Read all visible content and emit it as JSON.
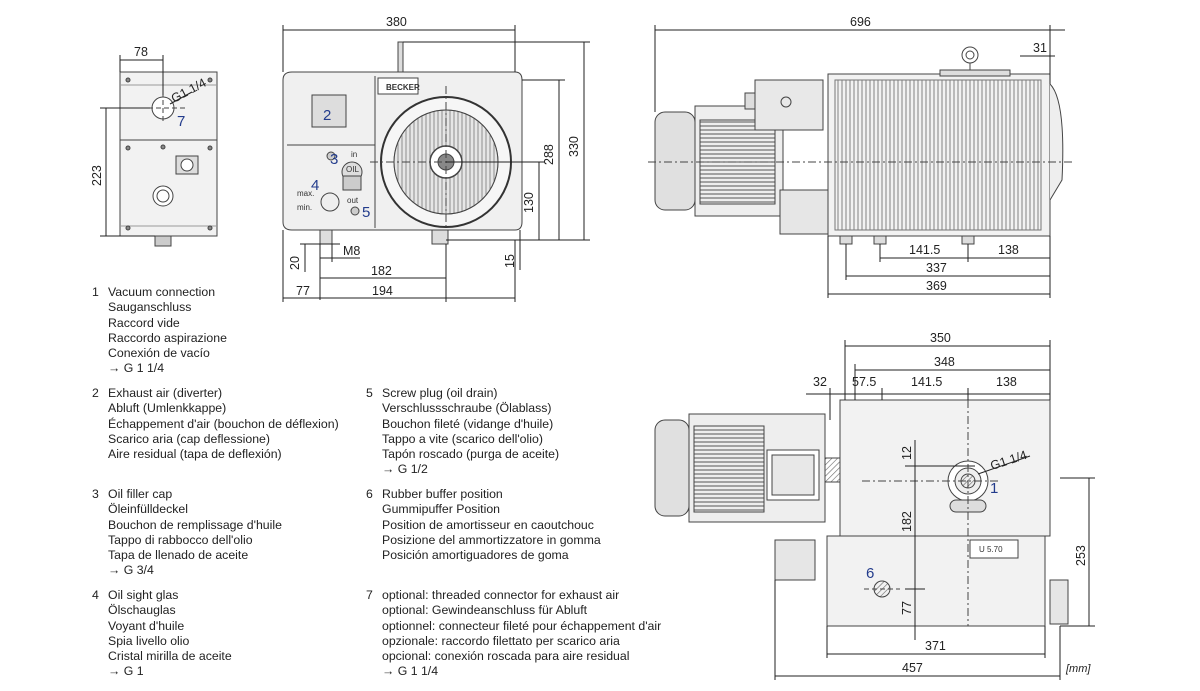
{
  "dimensions": {
    "side_width": "78",
    "side_height": "223",
    "side_thread": "G1 1/4",
    "side_callout": "7",
    "front_width": "380",
    "front_h330": "330",
    "front_h288": "288",
    "front_h130": "130",
    "front_h15": "15",
    "front_h20": "20",
    "front_thread": "M8",
    "front_w182": "182",
    "front_w77": "77",
    "front_w194": "194",
    "top_length": "696",
    "top_w31": "31",
    "top_w141": "141.5",
    "top_w138": "138",
    "top_w337": "337",
    "top_w369": "369",
    "bottom_w350": "350",
    "bottom_w348": "348",
    "bottom_w32": "32",
    "bottom_w57": "57.5",
    "bottom_w141": "141.5",
    "bottom_w138": "138",
    "bottom_h12": "12",
    "bottom_h182": "182",
    "bottom_h77": "77",
    "bottom_h253": "253",
    "bottom_w371": "371",
    "bottom_w457": "457",
    "bottom_thread": "G1 1/4"
  },
  "labels": {
    "brand": "BECKER",
    "in": "in",
    "out": "out",
    "max": "max.",
    "min": "min.",
    "oil": "OIL",
    "plate": "U 5.70"
  },
  "callouts": [
    "1",
    "2",
    "3",
    "4",
    "5",
    "6",
    "7"
  ],
  "legend": [
    {
      "n": "1",
      "lines": [
        "Vacuum connection",
        "Sauganschluss",
        "Raccord vide",
        "Raccordo aspirazione",
        "Conexión de vacío",
        "→ G 1 1/4"
      ]
    },
    {
      "n": "2",
      "lines": [
        "Exhaust air (diverter)",
        "Abluft (Umlenkkappe)",
        "Échappement d'air (bouchon de déflexion)",
        "Scarico aria (cap deflessione)",
        "Aire residual (tapa de deflexión)"
      ]
    },
    {
      "n": "3",
      "lines": [
        "Oil filler cap",
        "Öleinfülldeckel",
        "Bouchon de remplissage d'huile",
        "Tappo di rabbocco dell'olio",
        "Tapa de llenado de aceite",
        "→ G 3/4"
      ]
    },
    {
      "n": "4",
      "lines": [
        "Oil sight glas",
        "Ölschauglas",
        "Voyant d'huile",
        "Spia livello olio",
        "Cristal mirilla de aceite",
        "→ G 1"
      ]
    },
    {
      "n": "5",
      "lines": [
        "Screw plug (oil drain)",
        "Verschlussschraube (Ölablass)",
        "Bouchon fileté (vidange d'huile)",
        "Tappo a vite (scarico dell'olio)",
        "Tapón roscado (purga de aceite)",
        "→ G 1/2"
      ]
    },
    {
      "n": "6",
      "lines": [
        "Rubber buffer position",
        "Gummipuffer Position",
        "Position de amortisseur en caoutchouc",
        "Posizione del ammortizzatore in gomma",
        "Posición amortiguadores de goma"
      ]
    },
    {
      "n": "7",
      "lines": [
        "optional: threaded connector for exhaust air",
        "optional: Gewindeanschluss für Abluft",
        "optionnel: connecteur fileté pour échappement d'air",
        "opzionale: raccordo filettato per scarico aria",
        "opcional: conexión roscada para aire residual",
        "→ G 1 1/4"
      ]
    }
  ],
  "unit": "[mm]"
}
